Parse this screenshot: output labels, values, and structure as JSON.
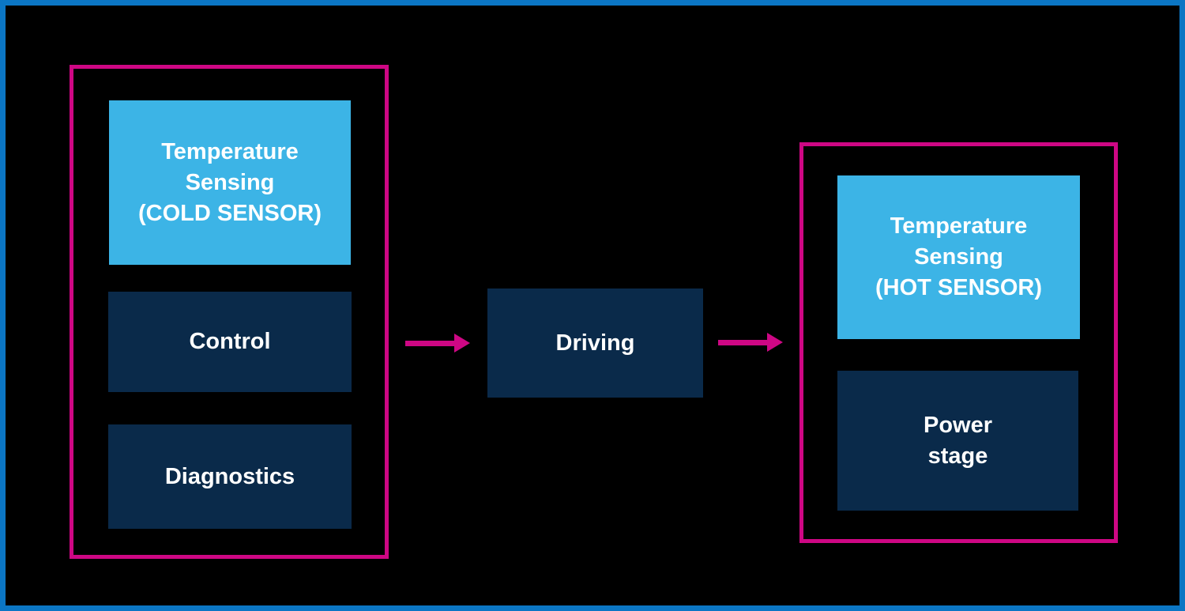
{
  "theme": {
    "bg_black": "#000000",
    "frame_blue": "#0B76C4",
    "accent_magenta": "#CE0784",
    "light_blue": "#3CB4E6",
    "dark_navy": "#0A2A4A",
    "text_white": "#FFFFFF"
  },
  "diagram": {
    "left_group": {
      "blocks": [
        {
          "label": "Temperature\nSensing\n(COLD SENSOR)",
          "style": "light"
        },
        {
          "label": "Control",
          "style": "dark"
        },
        {
          "label": "Diagnostics",
          "style": "dark"
        }
      ]
    },
    "center": {
      "label": "Driving"
    },
    "right_group": {
      "blocks": [
        {
          "label": "Temperature\nSensing\n(HOT SENSOR)",
          "style": "light"
        },
        {
          "label": "Power\nstage",
          "style": "dark"
        }
      ]
    },
    "arrows": [
      {
        "name": "cold-side-to-driving",
        "direction": "right"
      },
      {
        "name": "driving-to-hot-side",
        "direction": "right"
      }
    ]
  }
}
